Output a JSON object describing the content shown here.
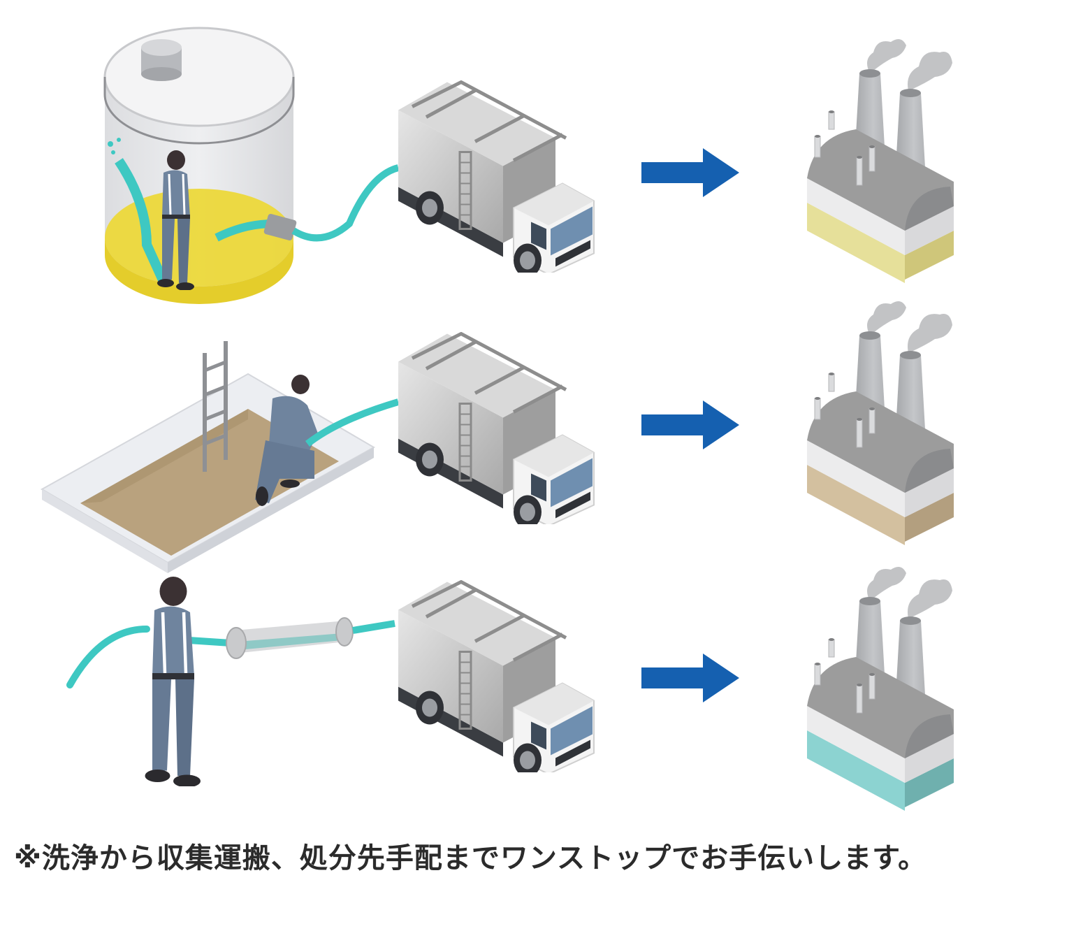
{
  "diagram": {
    "title": "one-stop service flow",
    "rows": [
      {
        "id": "tank",
        "scene": "worker-cleaning-inside-tank",
        "sludge_color": "#ecd83a",
        "factory_base_color": "#e6e09a",
        "factory_base_dark": "#cfc67a"
      },
      {
        "id": "pit",
        "scene": "worker-cleaning-pit",
        "sludge_color": "#b9a27e",
        "factory_base_color": "#d3c09f",
        "factory_base_dark": "#b39f7f"
      },
      {
        "id": "pipe",
        "scene": "worker-cleaning-pipe",
        "sludge_color": "#8fc9c6",
        "factory_base_color": "#8cd3d1",
        "factory_base_dark": "#6fb0ae"
      }
    ],
    "colors": {
      "arrow": "#1560b0",
      "hose": "#3ec8c2",
      "uniform": "#6f849e",
      "truck_body": "#c9c9c9",
      "truck_window": "#6f8fb0",
      "factory_roof": "#9c9c9c"
    },
    "caption": "※洗浄から収集運搬、処分先手配までワンストップでお手伝いします。"
  }
}
